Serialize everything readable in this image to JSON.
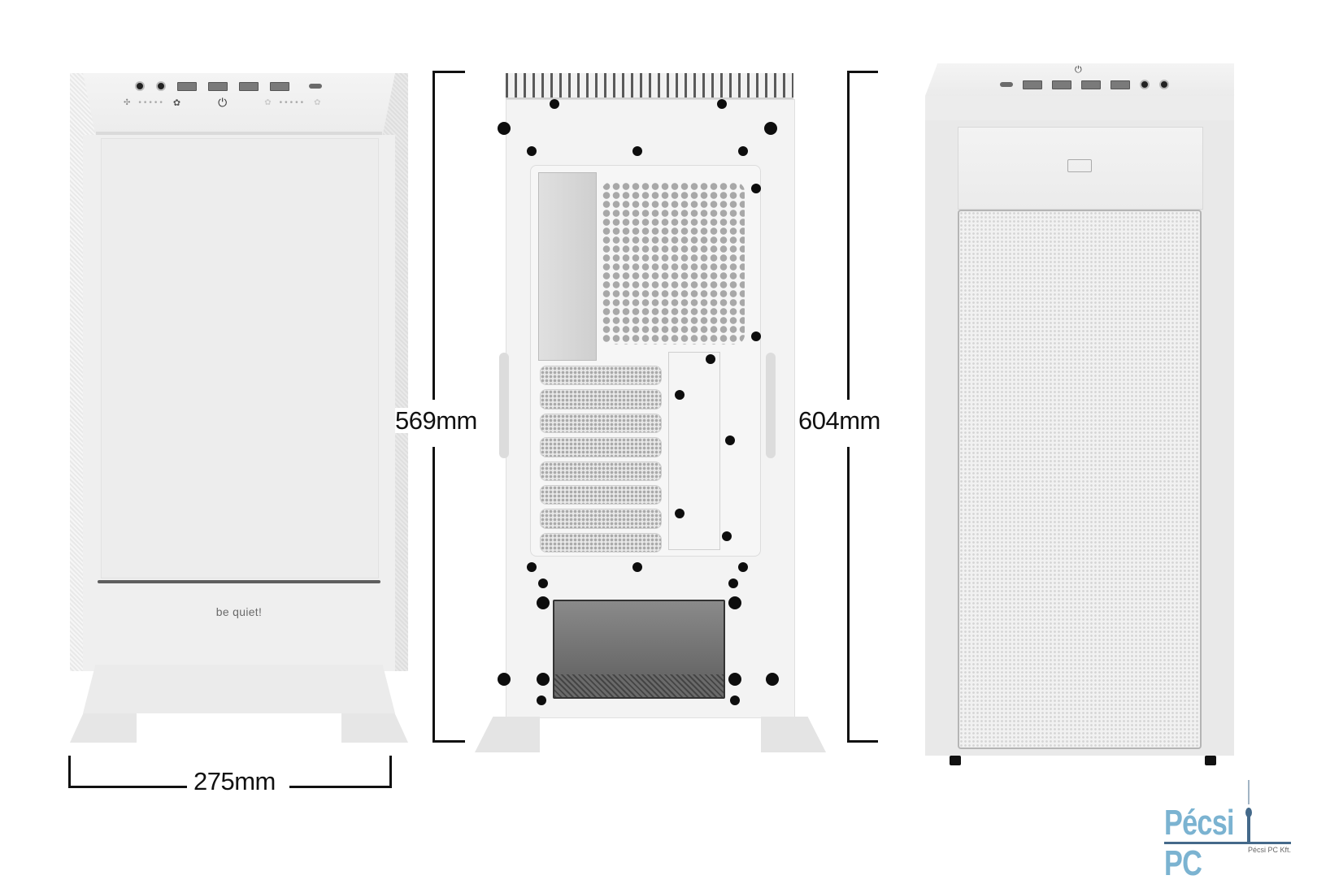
{
  "views": {
    "front": {
      "brand_label": "be quiet!",
      "io_panel": {
        "ports": [
          "audio-jack",
          "audio-jack",
          "usb-a",
          "usb-a",
          "usb-a",
          "usb-a",
          "usb-c"
        ],
        "controls": [
          "fan-speed-icon",
          "led-indicator",
          "reset-icon",
          "power-icon",
          "rgb-icon",
          "led-indicator",
          "rgb-mode-icon"
        ]
      }
    },
    "rear": {
      "expansion_slots": 8
    },
    "side": {
      "io_panel": {
        "ports": [
          "usb-c",
          "usb-a",
          "usb-a",
          "usb-a",
          "usb-a",
          "audio-jack",
          "audio-jack"
        ]
      }
    }
  },
  "dimensions": {
    "width_label": "275mm",
    "height_label": "569mm",
    "depth_label": "604mm"
  },
  "logo": {
    "name": "Pécsi PC",
    "left_text": "Pécsi",
    "right_text": "PC",
    "subtitle": "Pécsi PC Kft.",
    "colors": {
      "primary": "#7bb3d1",
      "accent": "#44698a"
    }
  }
}
